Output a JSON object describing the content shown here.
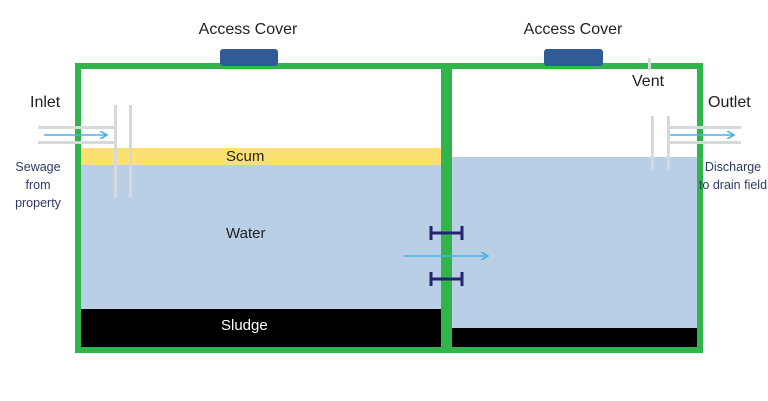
{
  "labels": {
    "access_cover_left": "Access Cover",
    "access_cover_right": "Access Cover",
    "inlet": "Inlet",
    "outlet": "Outlet",
    "vent": "Vent",
    "scum": "Scum",
    "water": "Water",
    "sludge": "Sludge",
    "inlet_note": "Sewage from property",
    "outlet_note": "Discharge to drain field"
  },
  "colors": {
    "tank_wall": "#31b44a",
    "access_cover": "#2f5b96",
    "scum": "#fce071",
    "water": "#b9cfe6",
    "sludge": "#000000",
    "pipe": "#d6d9dc",
    "flow_arrow": "#4ab1e8",
    "baffle_connector": "#25246e",
    "label_text": "#1f1f1f",
    "note_text": "#2f3a66"
  }
}
